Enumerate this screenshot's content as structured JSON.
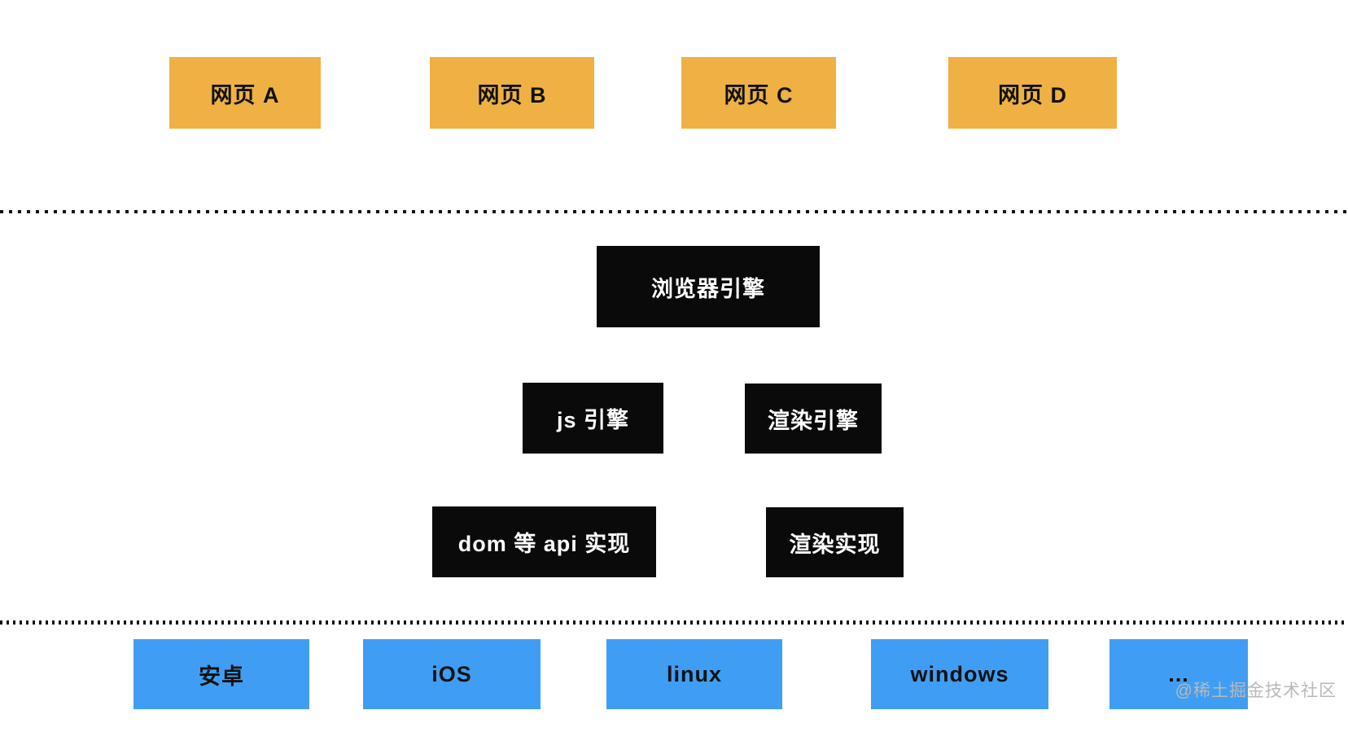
{
  "web_pages": [
    {
      "label": "网页 A"
    },
    {
      "label": "网页 B"
    },
    {
      "label": "网页 C"
    },
    {
      "label": "网页 D"
    }
  ],
  "browser_engine": {
    "label": "浏览器引擎"
  },
  "engines": [
    {
      "label": "js 引擎"
    },
    {
      "label": "渲染引擎"
    }
  ],
  "implementations": [
    {
      "label": "dom 等 api 实现"
    },
    {
      "label": "渲染实现"
    }
  ],
  "platforms": [
    {
      "label": "安卓"
    },
    {
      "label": "iOS"
    },
    {
      "label": "linux"
    },
    {
      "label": "windows"
    },
    {
      "label": "..."
    }
  ],
  "watermark": "@稀土掘金技术社区",
  "colors": {
    "webpage-bg": "#efb143",
    "engine-bg": "#0a0a0a",
    "platform-bg": "#3f9ef3",
    "box-text-dark": "#111111",
    "box-text-light": "#ffffff",
    "divider": "#111111",
    "watermark": "#b9b9b9"
  }
}
